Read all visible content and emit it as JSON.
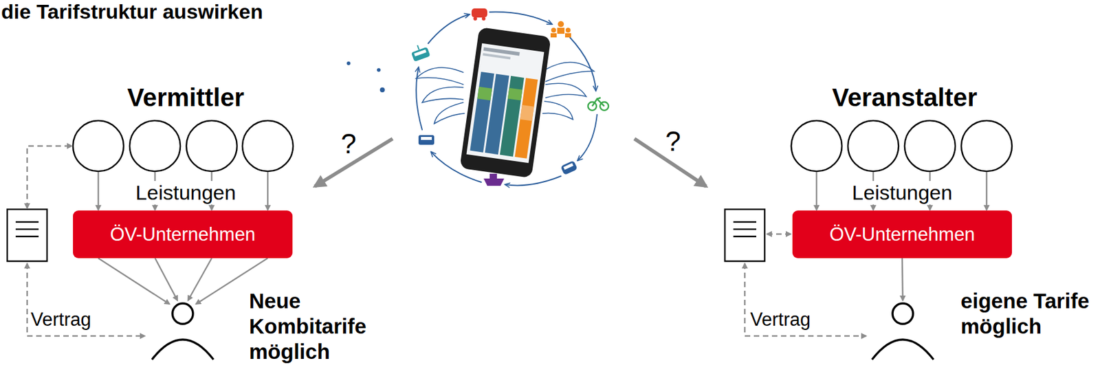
{
  "diagram": {
    "title": "die Tarifstruktur auswirken",
    "nodes": [
      {
        "text": [
          "ÖV-Unternehmen"
        ]
      },
      {
        "text": [
          "Neue Kombitarife möglich"
        ]
      },
      {
        "text": [
          "ÖV-Unternehmen"
        ]
      },
      {
        "text": [
          "eigene Tarife möglich"
        ]
      }
    ],
    "edges": [
      {
        "from": 0,
        "to": 1,
        "arrow": "to"
      },
      {
        "from": 2,
        "to": 3,
        "arrow": "to"
      }
    ],
    "labels": [
      "Vermittler",
      "Leistungen",
      "Vertrag",
      "?",
      "?",
      "Veranstalter",
      "Leistungen",
      "Vertrag"
    ]
  }
}
